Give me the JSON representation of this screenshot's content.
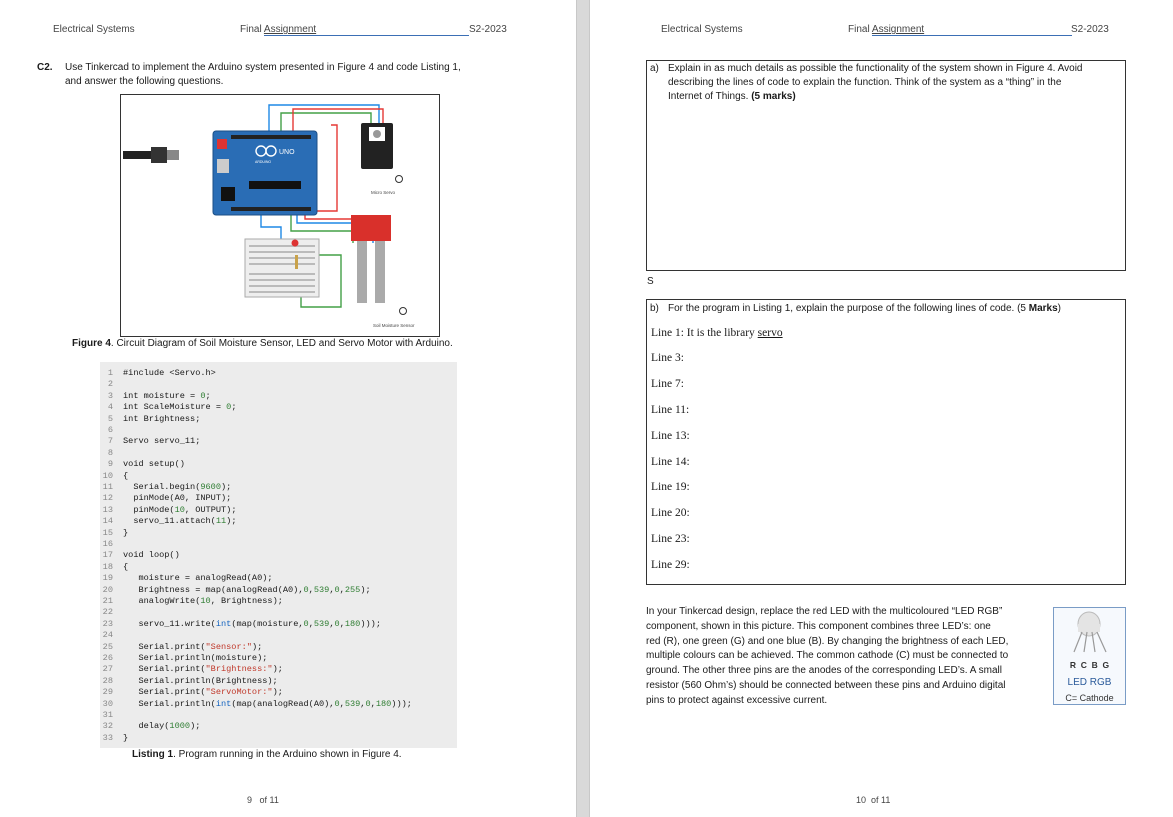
{
  "header": {
    "left": "Electrical Systems",
    "middle_prefix": "Final ",
    "middle_underlined": "Assignment",
    "right": "S2-2023"
  },
  "left_page": {
    "question_number": "C2.",
    "question_text_line1": "Use Tinkercad to implement the Arduino system presented in Figure 4 and code Listing 1,",
    "question_text_line2": "and answer the following questions.",
    "figure": {
      "board_label": "UNO",
      "board_sub": "ARDUINO",
      "servo_label": "Micro Servo",
      "sensor_label": "Soil Moisture Sensor",
      "caption_bold": "Figure 4",
      "caption_rest": ". Circuit Diagram of Soil Moisture Sensor, LED and Servo Motor with Arduino."
    },
    "listing": {
      "caption_bold": "Listing 1",
      "caption_rest": ". Program running in the Arduino shown in Figure 4."
    },
    "page_number": "9",
    "page_of": "of 11"
  },
  "code_lines": [
    {
      "n": "1",
      "segs": [
        {
          "t": "#include <Servo.h>",
          "c": "plain"
        }
      ]
    },
    {
      "n": "2",
      "segs": []
    },
    {
      "n": "3",
      "segs": [
        {
          "t": "int moisture = ",
          "c": "plain"
        },
        {
          "t": "0",
          "c": "num"
        },
        {
          "t": ";",
          "c": "plain"
        }
      ]
    },
    {
      "n": "4",
      "segs": [
        {
          "t": "int ScaleMoisture = ",
          "c": "plain"
        },
        {
          "t": "0",
          "c": "num"
        },
        {
          "t": ";",
          "c": "plain"
        }
      ]
    },
    {
      "n": "5",
      "segs": [
        {
          "t": "int Brightness;",
          "c": "plain"
        }
      ]
    },
    {
      "n": "6",
      "segs": []
    },
    {
      "n": "7",
      "segs": [
        {
          "t": "Servo servo_11;",
          "c": "plain"
        }
      ]
    },
    {
      "n": "8",
      "segs": []
    },
    {
      "n": "9",
      "segs": [
        {
          "t": "void setup()",
          "c": "plain"
        }
      ]
    },
    {
      "n": "10",
      "segs": [
        {
          "t": "{",
          "c": "plain"
        }
      ]
    },
    {
      "n": "11",
      "segs": [
        {
          "t": "  Serial.begin(",
          "c": "plain"
        },
        {
          "t": "9600",
          "c": "num"
        },
        {
          "t": ");",
          "c": "plain"
        }
      ]
    },
    {
      "n": "12",
      "segs": [
        {
          "t": "  pinMode(A0, INPUT);",
          "c": "plain"
        }
      ]
    },
    {
      "n": "13",
      "segs": [
        {
          "t": "  pinMode(",
          "c": "plain"
        },
        {
          "t": "10",
          "c": "num"
        },
        {
          "t": ", OUTPUT);",
          "c": "plain"
        }
      ]
    },
    {
      "n": "14",
      "segs": [
        {
          "t": "  servo_11.attach(",
          "c": "plain"
        },
        {
          "t": "11",
          "c": "num"
        },
        {
          "t": ");",
          "c": "plain"
        }
      ]
    },
    {
      "n": "15",
      "segs": [
        {
          "t": "}",
          "c": "plain"
        }
      ]
    },
    {
      "n": "16",
      "segs": []
    },
    {
      "n": "17",
      "segs": [
        {
          "t": "void loop()",
          "c": "plain"
        }
      ]
    },
    {
      "n": "18",
      "segs": [
        {
          "t": "{",
          "c": "plain"
        }
      ]
    },
    {
      "n": "19",
      "segs": [
        {
          "t": "   moisture = analogRead(A0);",
          "c": "plain"
        }
      ]
    },
    {
      "n": "20",
      "segs": [
        {
          "t": "   Brightness = map(analogRead(A0),",
          "c": "plain"
        },
        {
          "t": "0",
          "c": "num"
        },
        {
          "t": ",",
          "c": "plain"
        },
        {
          "t": "539",
          "c": "num"
        },
        {
          "t": ",",
          "c": "plain"
        },
        {
          "t": "0",
          "c": "num"
        },
        {
          "t": ",",
          "c": "plain"
        },
        {
          "t": "255",
          "c": "num"
        },
        {
          "t": ");",
          "c": "plain"
        }
      ]
    },
    {
      "n": "21",
      "segs": [
        {
          "t": "   analogWrite(",
          "c": "plain"
        },
        {
          "t": "10",
          "c": "num"
        },
        {
          "t": ", Brightness);",
          "c": "plain"
        }
      ]
    },
    {
      "n": "22",
      "segs": []
    },
    {
      "n": "23",
      "segs": [
        {
          "t": "   servo_11.write(",
          "c": "plain"
        },
        {
          "t": "int",
          "c": "kw"
        },
        {
          "t": "(map(moisture,",
          "c": "plain"
        },
        {
          "t": "0",
          "c": "num"
        },
        {
          "t": ",",
          "c": "plain"
        },
        {
          "t": "539",
          "c": "num"
        },
        {
          "t": ",",
          "c": "plain"
        },
        {
          "t": "0",
          "c": "num"
        },
        {
          "t": ",",
          "c": "plain"
        },
        {
          "t": "180",
          "c": "num"
        },
        {
          "t": ")));",
          "c": "plain"
        }
      ]
    },
    {
      "n": "24",
      "segs": []
    },
    {
      "n": "25",
      "segs": [
        {
          "t": "   Serial.print(",
          "c": "plain"
        },
        {
          "t": "\"Sensor:\"",
          "c": "str"
        },
        {
          "t": ");",
          "c": "plain"
        }
      ]
    },
    {
      "n": "26",
      "segs": [
        {
          "t": "   Serial.println(moisture);",
          "c": "plain"
        }
      ]
    },
    {
      "n": "27",
      "segs": [
        {
          "t": "   Serial.print(",
          "c": "plain"
        },
        {
          "t": "\"Brightness:\"",
          "c": "str"
        },
        {
          "t": ");",
          "c": "plain"
        }
      ]
    },
    {
      "n": "28",
      "segs": [
        {
          "t": "   Serial.println(Brightness);",
          "c": "plain"
        }
      ]
    },
    {
      "n": "29",
      "segs": [
        {
          "t": "   Serial.print(",
          "c": "plain"
        },
        {
          "t": "\"ServoMotor:\"",
          "c": "str"
        },
        {
          "t": ");",
          "c": "plain"
        }
      ]
    },
    {
      "n": "30",
      "segs": [
        {
          "t": "   Serial.println(",
          "c": "plain"
        },
        {
          "t": "int",
          "c": "kw"
        },
        {
          "t": "(map(analogRead(A0),",
          "c": "plain"
        },
        {
          "t": "0",
          "c": "num"
        },
        {
          "t": ",",
          "c": "plain"
        },
        {
          "t": "539",
          "c": "num"
        },
        {
          "t": ",",
          "c": "plain"
        },
        {
          "t": "0",
          "c": "num"
        },
        {
          "t": ",",
          "c": "plain"
        },
        {
          "t": "180",
          "c": "num"
        },
        {
          "t": ")));",
          "c": "plain"
        }
      ]
    },
    {
      "n": "31",
      "segs": []
    },
    {
      "n": "32",
      "segs": [
        {
          "t": "   delay(",
          "c": "plain"
        },
        {
          "t": "1000",
          "c": "num"
        },
        {
          "t": ");",
          "c": "plain"
        }
      ]
    },
    {
      "n": "33",
      "segs": [
        {
          "t": "}",
          "c": "plain"
        }
      ]
    }
  ],
  "right_page": {
    "part_a": {
      "label": "a)",
      "line1": "Explain in as much details as possible the functionality of the system shown in Figure 4. Avoid",
      "line2": "describing the lines of code to explain the function. Think of the system as a “thing” in the",
      "line3_prefix": "Internet of Things. ",
      "line3_bold": "(5 marks)"
    },
    "stray_char": "S",
    "part_b": {
      "label": "b)",
      "text": "For the program in Listing 1, explain the purpose of the following lines of code.  (5 ",
      "marks_bold": "Marks",
      "close": ")"
    },
    "line1_answer_prefix": "Line 1: It is the library ",
    "line1_answer_word": "servo",
    "code_line_refs": [
      "Line 3:",
      "Line 7:",
      "Line 11:",
      "Line 13:",
      "Line 14:",
      "Line 19:",
      "Line 20:",
      "Line 23:",
      "Line 29:"
    ],
    "paragraph": [
      "In your Tinkercad design, replace the red LED with the multicoloured “LED RGB”",
      "component, shown in this picture. This component combines three LED’s: one",
      "red (R), one green (G) and one blue (B). By changing the brightness of each LED,",
      "multiple colours can be achieved. The common cathode (C) must be connected to",
      "ground. The other three pins are the anodes of the corresponding LED’s. A small",
      "resistor (560 Ohm’s) should be connected between these pins and Arduino digital",
      "pins to protect against excessive current."
    ],
    "led_pins": "R  C  B  G",
    "led_label": "LED RGB",
    "led_cathode": "C= Cathode",
    "page_number": "10",
    "page_of": "of 11"
  },
  "colors": {
    "header_rule": "#3b6fb5",
    "code_bg": "#ececec",
    "arduino_blue": "#2a6db5",
    "sensor_red": "#d9302b"
  }
}
